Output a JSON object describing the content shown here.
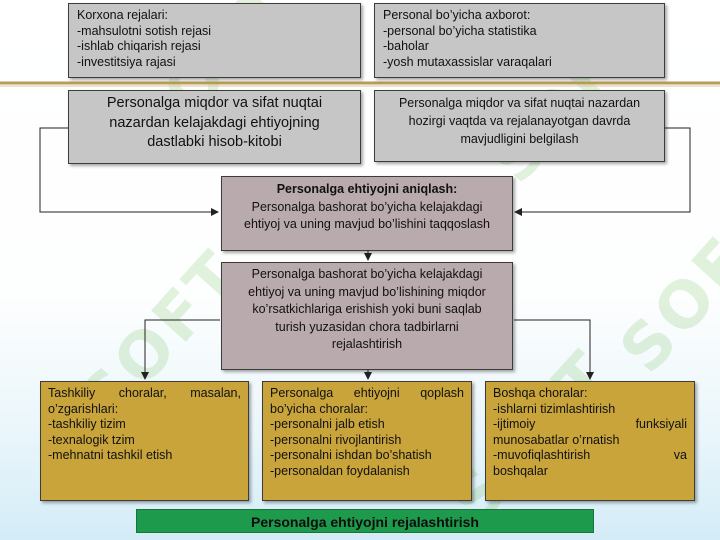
{
  "top_left": {
    "lines": [
      "Korxona rejalari:",
      "-mahsulotni sotish rejasi",
      "-ishlab chiqarish rejasi",
      "-investitsiya rajasi"
    ]
  },
  "top_right": {
    "lines": [
      "Personal bo’yicha axborot:",
      "-personal bo’yicha statistika",
      "-baholar",
      "-yosh mutaxassislar varaqalari"
    ]
  },
  "mid_left": {
    "lines": [
      "Personalga miqdor va sifat nuqtai",
      "nazardan kelajakdagi ehtiyojning",
      "dastlabki hisob-kitobi"
    ]
  },
  "mid_right": {
    "lines": [
      "Personalga miqdor va sifat nuqtai nazardan",
      "hozirgi vaqtda va rejalanayotgan davrda",
      "mavjudligini belgilash"
    ]
  },
  "determine": {
    "title": "Personalga ehtiyojni aniqlash:",
    "lines": [
      "Personalga bashorat bo’yicha kelajakdagi",
      "ehtiyoj va uning mavjud bo’lishini taqqoslash"
    ]
  },
  "measures": {
    "lines": [
      "Personalga bashorat bo’yicha kelajakdagi",
      "ehtiyoj va uning mavjud bo’lishining miqdor",
      "ko’rsatkichlariga erishish yoki buni saqlab",
      "turish yuzasidan chora tadbirlarni",
      "rejalashtirish"
    ]
  },
  "bottom_left": {
    "lines": [
      "Tashkiliy choralar, masalan,",
      "o’zgarishlari:",
      "-tashkiliy tizim",
      "-texnalogik tzim",
      "-mehnatni tashkil etish"
    ]
  },
  "bottom_mid": {
    "lines": [
      "Personalga ehtiyojni qoplash",
      "bo’yicha choralar:",
      "-personalni jalb etish",
      "-personalni rivojlantirish",
      "-personalni ishdan bo’shatish",
      "-personaldan foydalanish"
    ]
  },
  "bottom_right": {
    "lines": [
      "Boshqa choralar:",
      "-ishlarni tizimlashtirish",
      "-ijtimoiy funksiyali",
      "munosabatlar o’rnatish",
      "-muvofiqlashtirish va",
      "boshqalar"
    ]
  },
  "footer": {
    "label": "Personalga ehtiyojni rejalashtirish"
  },
  "watermark": {
    "text": "SOFT"
  },
  "colors": {
    "gray_box": "#c6c6c6",
    "mauve_box": "#b9aaae",
    "gold_box": "#c9a43a",
    "footer": "#1e9a4c",
    "divider": "#b89c5a"
  }
}
